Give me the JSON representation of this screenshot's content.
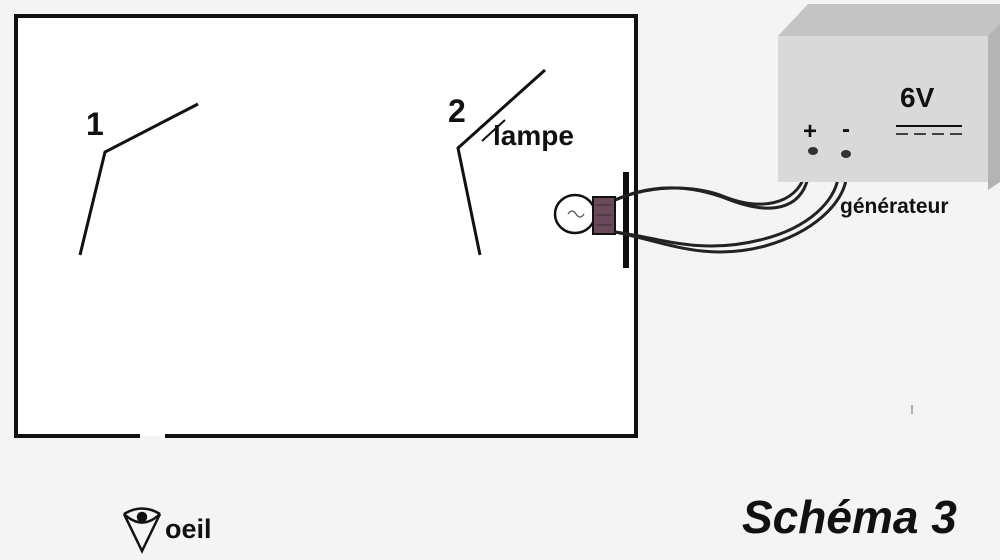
{
  "labels": {
    "mirror_1": "1",
    "mirror_2": "2",
    "lamp": "lampe",
    "voltage": "6V",
    "plus": "+",
    "minus": "-",
    "generator": "générateur",
    "eye": "oeil",
    "title": "Schéma 3"
  },
  "icons": {
    "eye": "eye-icon",
    "bulb": "light-bulb-icon",
    "dc_symbol": "dc-current-icon"
  },
  "colors": {
    "background": "#f4f4f4",
    "box_fill": "#ffffff",
    "line": "#111111",
    "generator_front": "#d9d9d9",
    "generator_top": "#c4c4c4",
    "generator_side": "#b4b4b4",
    "socket": "#6a4a5a"
  }
}
